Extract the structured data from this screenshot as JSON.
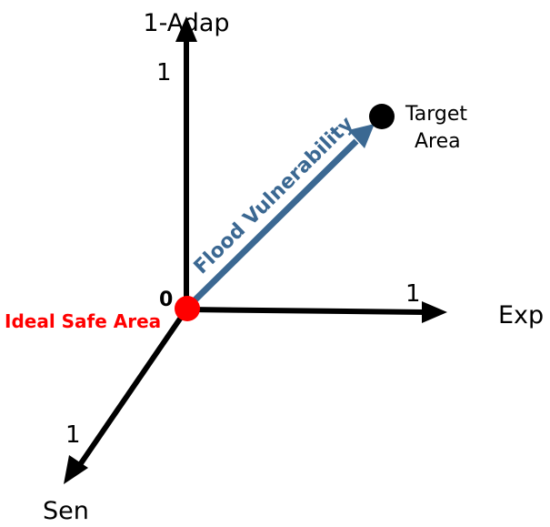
{
  "diagram": {
    "axes": {
      "vertical": {
        "label": "1-Adap",
        "tick": "1"
      },
      "horizontal": {
        "label": "Exp",
        "tick": "1"
      },
      "diagonal": {
        "label": "Sen",
        "tick": "1"
      },
      "origin_tick": "0"
    },
    "vector_label": "Flood Vulnerability",
    "target": {
      "line1": "Target",
      "line2": "Area"
    },
    "origin_label": "Ideal Safe Area",
    "colors": {
      "axis": "#000000",
      "vector": "#3b6892",
      "origin_point": "#ff0000",
      "target_point": "#000000",
      "origin_label": "#ff0000"
    }
  }
}
